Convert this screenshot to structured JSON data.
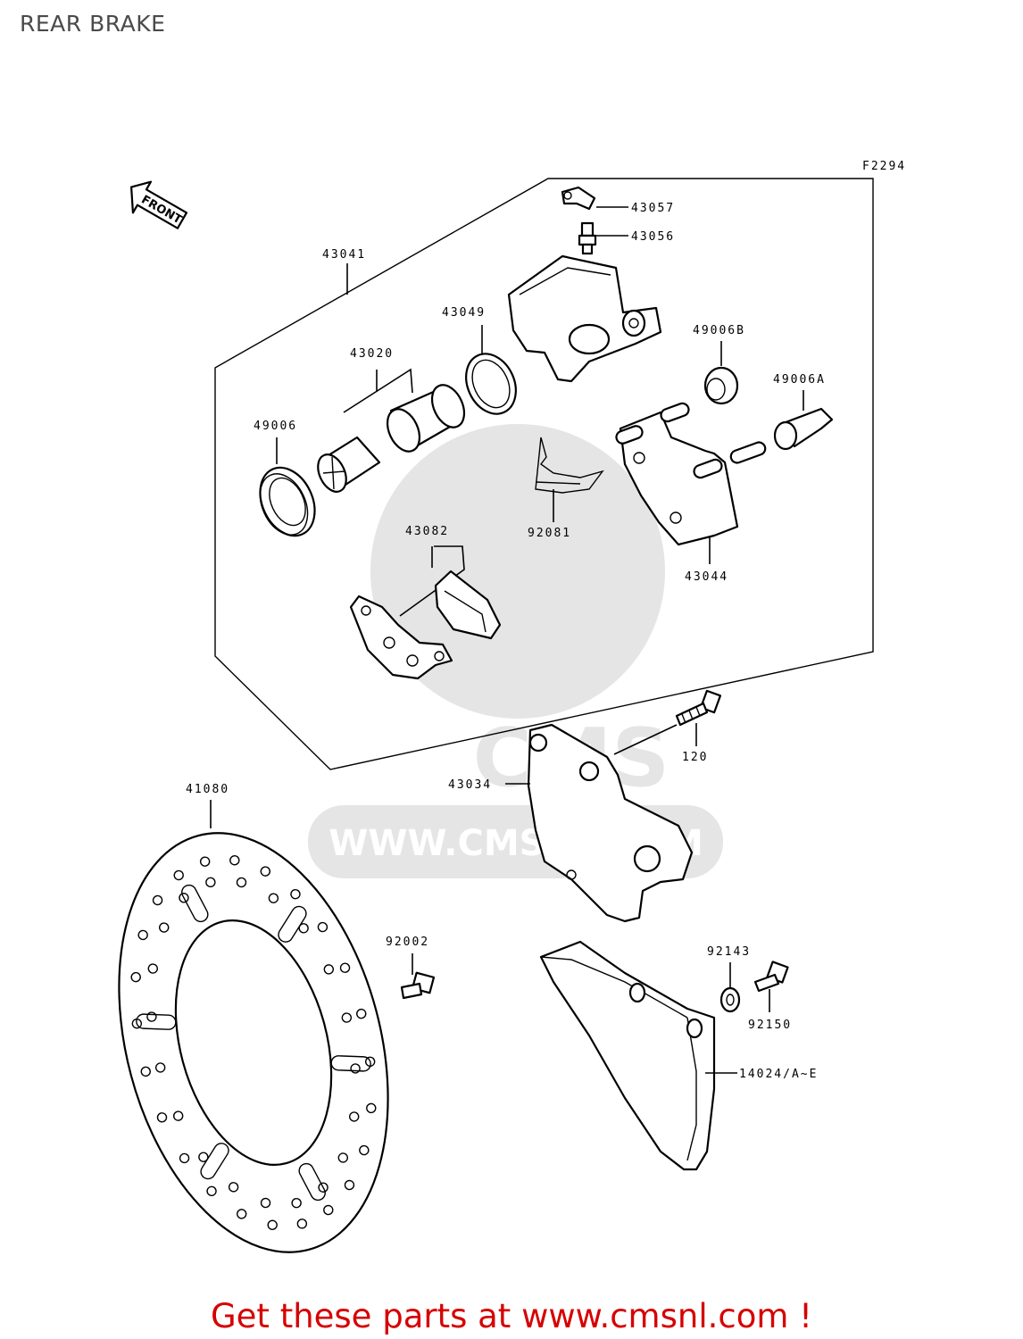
{
  "title": "REAR BRAKE",
  "figure_code": "F2294",
  "front_arrow_label": "FRONT",
  "watermark": "WWW.CMSNL.COM",
  "watermark_logo": "CMS",
  "parts": {
    "p43057": "43057",
    "p43056": "43056",
    "p43041": "43041",
    "p43049": "43049",
    "p49006B": "49006B",
    "p43020": "43020",
    "p49006A": "49006A",
    "p49006": "49006",
    "p43082": "43082",
    "p92081": "92081",
    "p43044": "43044",
    "p120": "120",
    "p41080": "41080",
    "p43034": "43034",
    "p92002": "92002",
    "p92143": "92143",
    "p92150": "92150",
    "p14024": "14024/A~E"
  },
  "footer": "Get these parts at www.cmsnl.com !",
  "colors": {
    "footer": "#d60000",
    "title": "#4a4a4a",
    "watermark": "#e3e3e3"
  }
}
